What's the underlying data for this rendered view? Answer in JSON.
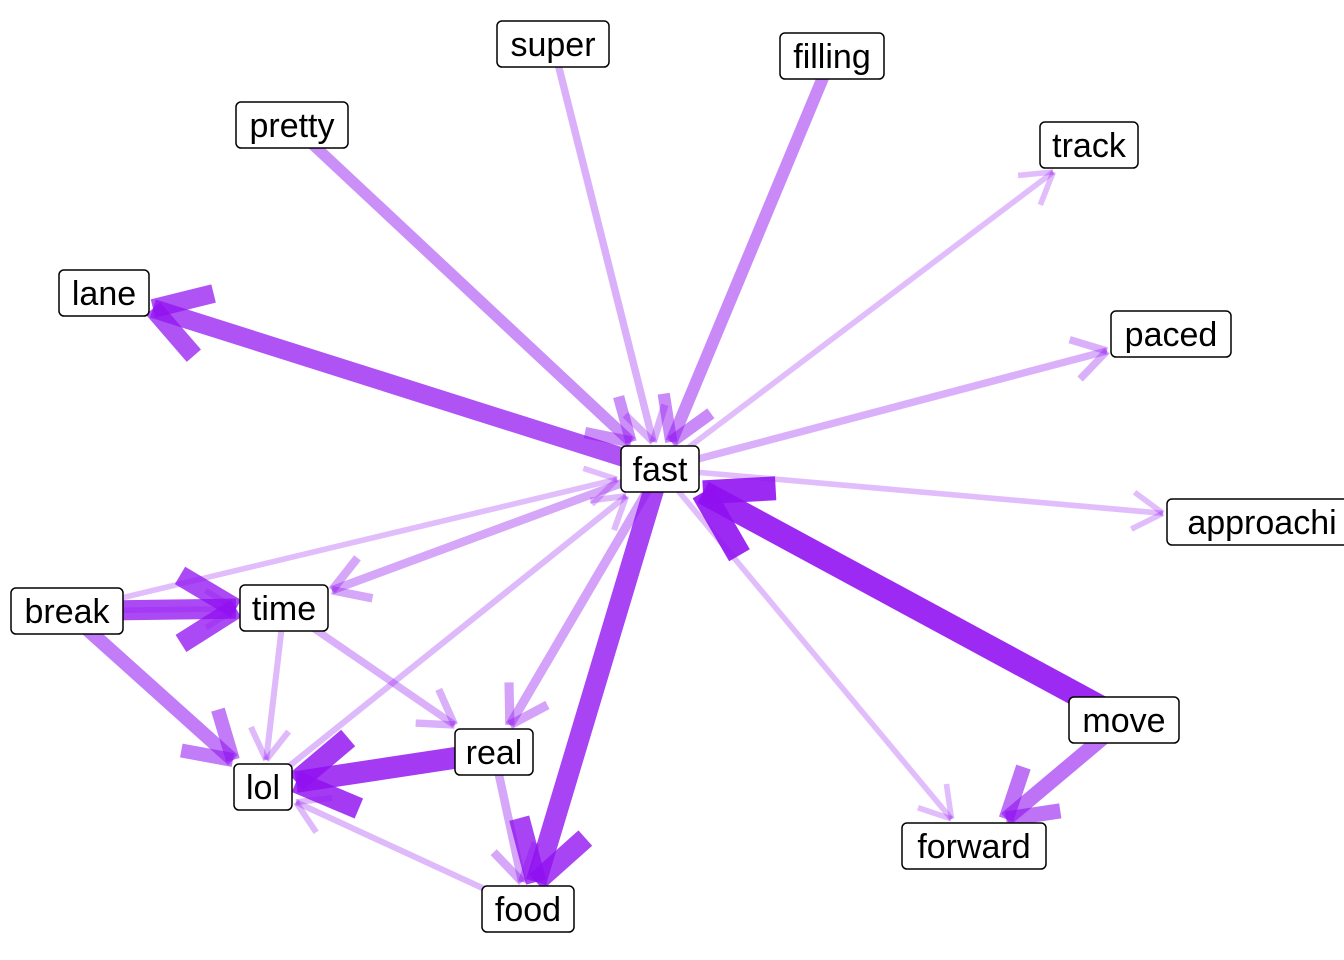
{
  "graph": {
    "edge_color": "#9010F0",
    "nodes": [
      {
        "id": "super",
        "label": "super"
      },
      {
        "id": "filling",
        "label": "filling"
      },
      {
        "id": "pretty",
        "label": "pretty"
      },
      {
        "id": "track",
        "label": "track"
      },
      {
        "id": "lane",
        "label": "lane"
      },
      {
        "id": "paced",
        "label": "paced"
      },
      {
        "id": "fast",
        "label": "fast"
      },
      {
        "id": "approaching",
        "label": "approachi"
      },
      {
        "id": "break",
        "label": "break"
      },
      {
        "id": "time",
        "label": "time"
      },
      {
        "id": "move",
        "label": "move"
      },
      {
        "id": "real",
        "label": "real"
      },
      {
        "id": "lol",
        "label": "lol"
      },
      {
        "id": "forward",
        "label": "forward"
      },
      {
        "id": "food",
        "label": "food"
      }
    ],
    "edges": [
      {
        "from": "fast",
        "to": "track",
        "weight": 0.12
      },
      {
        "from": "fast",
        "to": "approaching",
        "weight": 0.12
      },
      {
        "from": "break",
        "to": "fast",
        "weight": 0.12
      },
      {
        "from": "fast",
        "to": "forward",
        "weight": 0.12
      },
      {
        "from": "break",
        "to": "time",
        "weight": 0.12
      },
      {
        "from": "time",
        "to": "lol",
        "weight": 0.14
      },
      {
        "from": "food",
        "to": "lol",
        "weight": 0.14
      },
      {
        "from": "lol",
        "to": "fast",
        "weight": 0.14
      },
      {
        "from": "fast",
        "to": "paced",
        "weight": 0.2
      },
      {
        "from": "super",
        "to": "fast",
        "weight": 0.2
      },
      {
        "from": "time",
        "to": "real",
        "weight": 0.2
      },
      {
        "from": "fast",
        "to": "time",
        "weight": 0.25
      },
      {
        "from": "real",
        "to": "food",
        "weight": 0.25
      },
      {
        "from": "fast",
        "to": "real",
        "weight": 0.28
      },
      {
        "from": "pretty",
        "to": "fast",
        "weight": 0.38
      },
      {
        "from": "filling",
        "to": "fast",
        "weight": 0.42
      },
      {
        "from": "break",
        "to": "lol",
        "weight": 0.5
      },
      {
        "from": "move",
        "to": "forward",
        "weight": 0.55
      },
      {
        "from": "fast",
        "to": "lane",
        "weight": 0.72
      },
      {
        "from": "break",
        "to": "time",
        "weight": 0.78
      },
      {
        "from": "fast",
        "to": "food",
        "weight": 0.8
      },
      {
        "from": "real",
        "to": "lol",
        "weight": 0.85
      },
      {
        "from": "move",
        "to": "fast",
        "weight": 0.95
      }
    ]
  }
}
